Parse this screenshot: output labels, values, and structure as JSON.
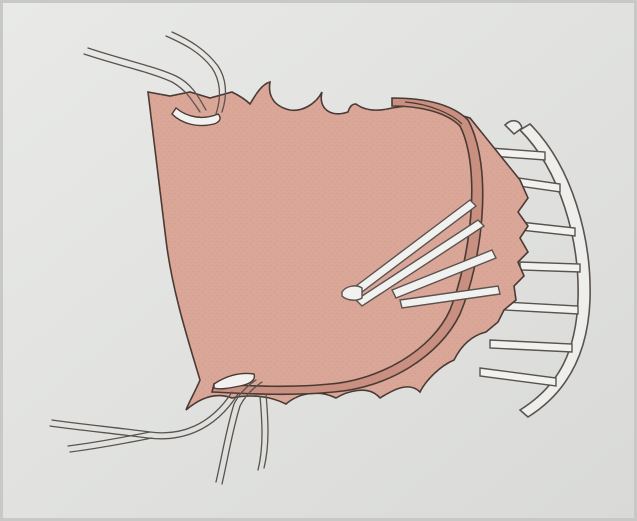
{
  "illustration": {
    "colors": {
      "paper": "#e3e4e2",
      "paper_shadow": "#cfd0ce",
      "flap_fill": "#d9a697",
      "flap_edge_fill": "#c98f80",
      "outline": "#4a3a34",
      "thread_fill": "#f1f1ef",
      "thread_outline": "#5a534f",
      "ring_fill": "#eeeeec"
    },
    "icons": [
      "tissue-flap",
      "suture-thread",
      "retractor-ring"
    ]
  }
}
